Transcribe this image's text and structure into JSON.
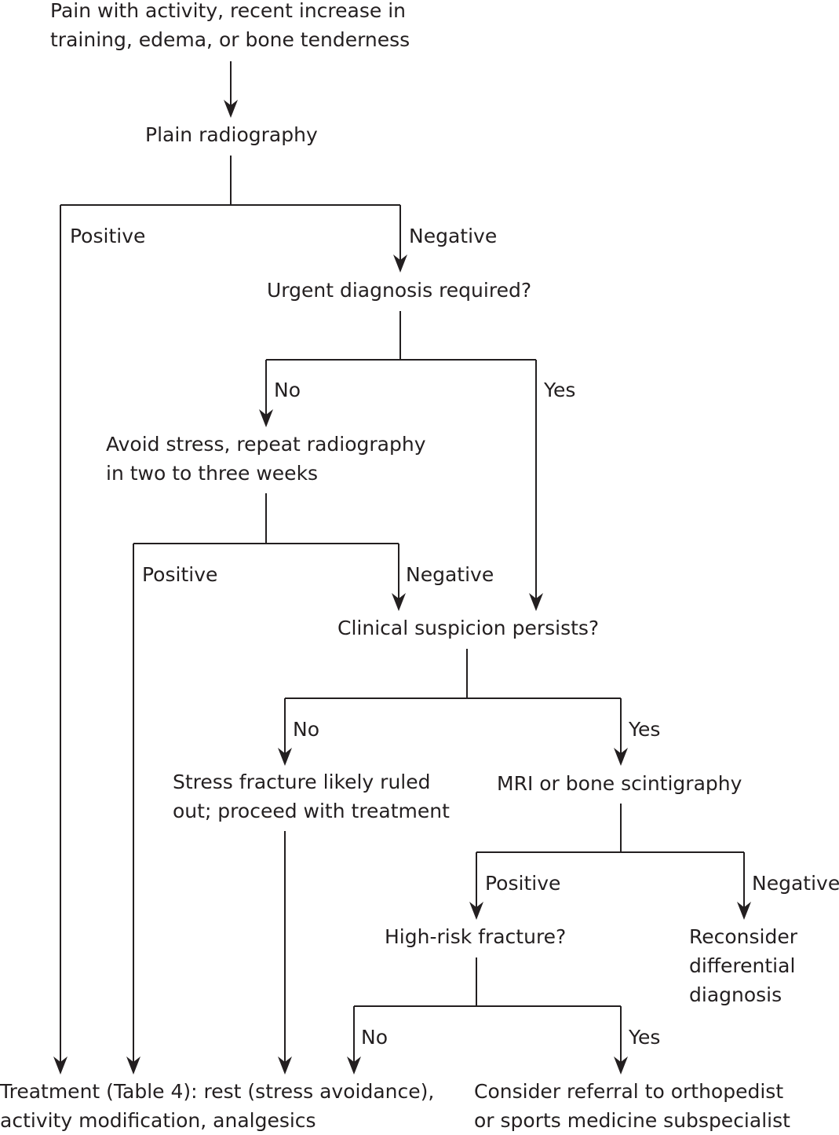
{
  "nodes": {
    "start": [
      "Pain with activity, recent increase in",
      "training, edema, or bone tenderness"
    ],
    "radiography": [
      "Plain radiography"
    ],
    "urgent": [
      "Urgent diagnosis required?"
    ],
    "avoid": [
      "Avoid stress, repeat radiography",
      "in two to three weeks"
    ],
    "suspicion": [
      "Clinical suspicion persists?"
    ],
    "ruled_out": [
      "Stress fracture likely ruled",
      "out; proceed with treatment"
    ],
    "mri": [
      "MRI or bone scintigraphy"
    ],
    "high_risk": [
      "High-risk fracture?"
    ],
    "reconsider": [
      "Reconsider",
      "differential",
      "diagnosis"
    ],
    "treatment": [
      "Treatment (Table 4): rest (stress avoidance),",
      "activity modification, analgesics"
    ],
    "referral": [
      "Consider referral to orthopedist",
      "or sports medicine subspecialist"
    ]
  },
  "edge_labels": {
    "rad_positive": "Positive",
    "rad_negative": "Negative",
    "urgent_no": "No",
    "urgent_yes": "Yes",
    "avoid_positive": "Positive",
    "avoid_negative": "Negative",
    "susp_no": "No",
    "susp_yes": "Yes",
    "mri_positive": "Positive",
    "mri_negative": "Negative",
    "risk_no": "No",
    "risk_yes": "Yes"
  }
}
